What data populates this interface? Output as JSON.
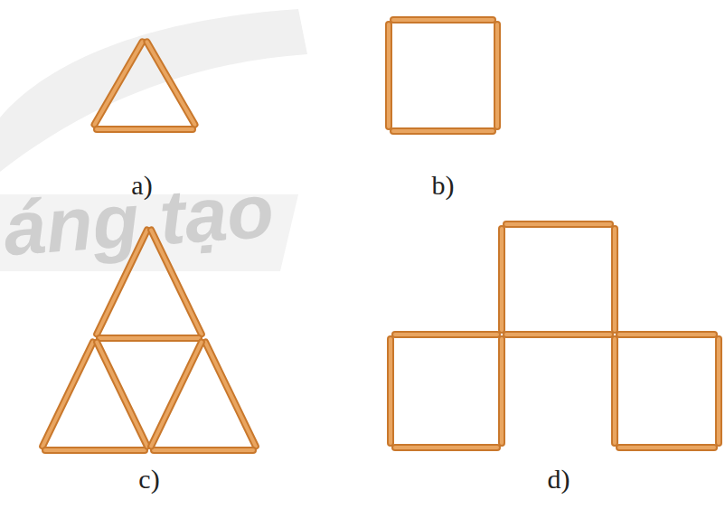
{
  "diagram": {
    "labels": [
      "áng tạo",
      "a)",
      "b)",
      "c)",
      "d)"
    ]
  }
}
